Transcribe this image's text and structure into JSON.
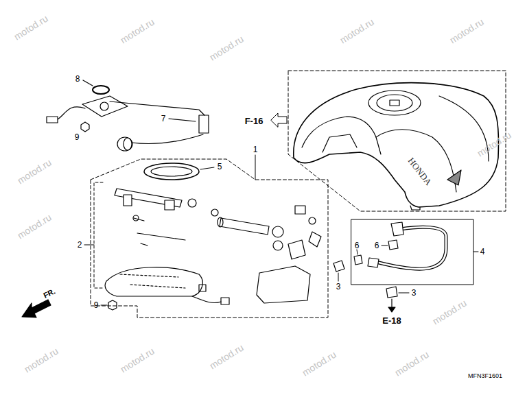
{
  "diagram": {
    "labels": [
      "8",
      "7",
      "9",
      "1",
      "5",
      "2",
      "3",
      "6",
      "6",
      "4",
      "3",
      "9",
      "F-16",
      "E-18",
      "FR.",
      "MFN3F1601",
      "HONDA",
      "motod.ru",
      "motod.ru",
      "motod.ru",
      "motod.ru",
      "motod.ru",
      "motod.ru",
      "motod.ru",
      "motod.ru",
      "motod.ru",
      "motod.ru",
      "motod.ru",
      "motod.ru",
      "motod.ru",
      "motod.ru"
    ]
  }
}
